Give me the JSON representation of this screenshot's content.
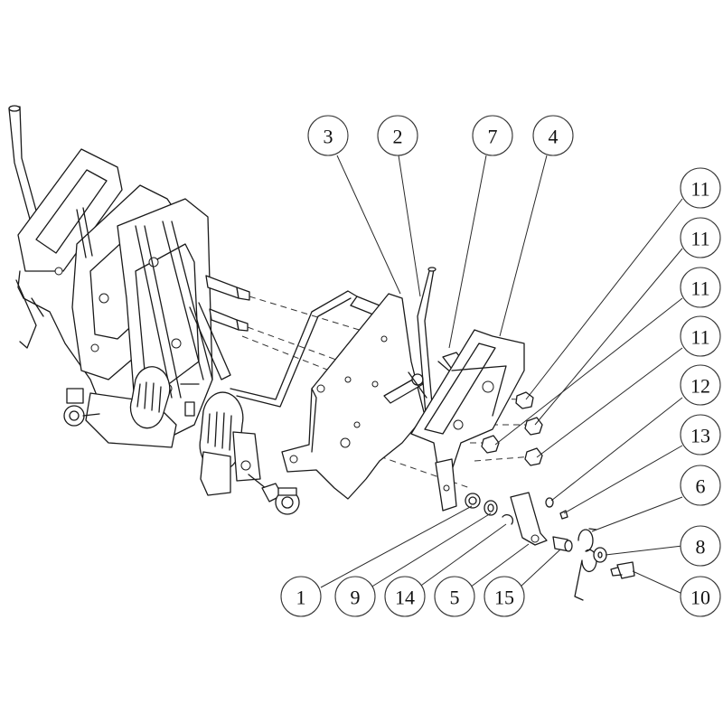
{
  "callouts": [
    {
      "label": "3"
    },
    {
      "label": "2"
    },
    {
      "label": "7"
    },
    {
      "label": "4"
    },
    {
      "label": "11"
    },
    {
      "label": "11"
    },
    {
      "label": "11"
    },
    {
      "label": "11"
    },
    {
      "label": "12"
    },
    {
      "label": "13"
    },
    {
      "label": "6"
    },
    {
      "label": "8"
    },
    {
      "label": "10"
    },
    {
      "label": "1"
    },
    {
      "label": "9"
    },
    {
      "label": "14"
    },
    {
      "label": "5"
    },
    {
      "label": "15"
    }
  ]
}
